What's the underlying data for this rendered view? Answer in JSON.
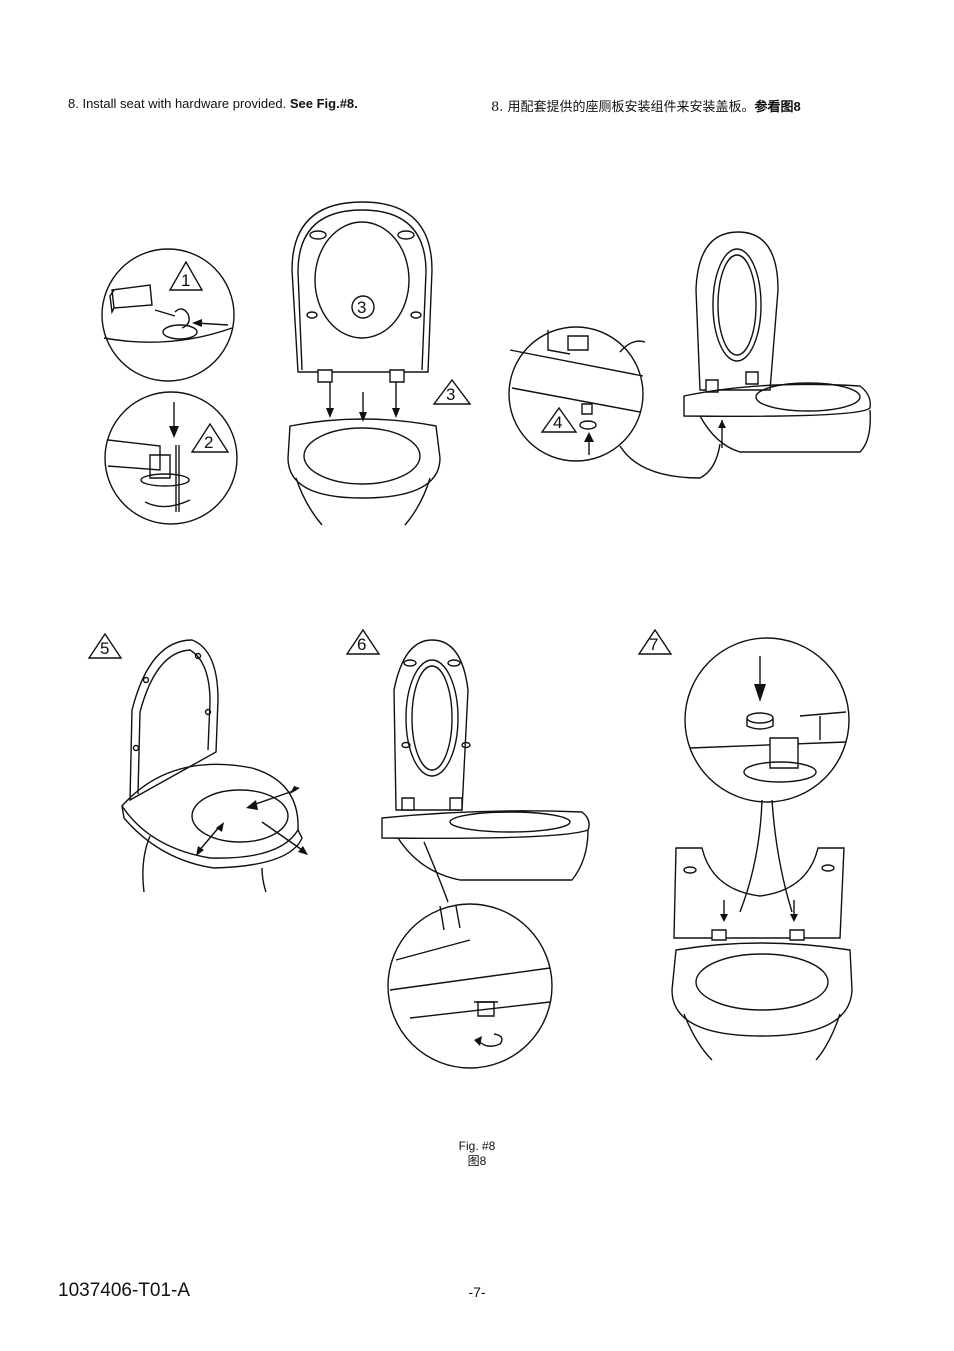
{
  "instruction": {
    "en_text": "8. Install seat with hardware provided. ",
    "en_ref": "See Fig.#8.",
    "cn_text": "8. 用配套提供的座厕板安装组件来安装盖板。",
    "cn_ref": "参看图8"
  },
  "figure": {
    "caption_en": "Fig. #8",
    "caption_cn": "图8",
    "callout_circled": "3",
    "steps": [
      "1",
      "2",
      "3",
      "4",
      "5",
      "6",
      "7"
    ]
  },
  "footer": {
    "doc_number": "1037406-T01-A",
    "page_number": "-7-"
  }
}
